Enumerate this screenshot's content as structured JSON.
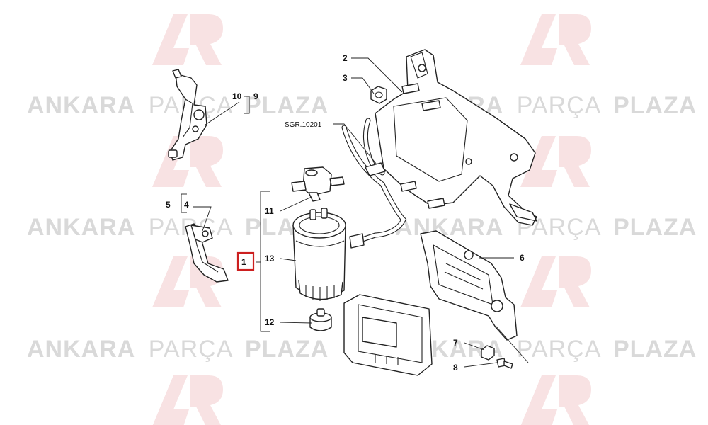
{
  "watermark": {
    "brand_bold_1": "ANKARA",
    "brand_light": "PARÇA",
    "brand_bold_2": "PLAZA",
    "logo_color": "#c82126",
    "text_color": "#d9d9d9"
  },
  "callouts": {
    "c1": "1",
    "c2": "2",
    "c3": "3",
    "c4": "4",
    "c5": "5",
    "c6": "6",
    "c7": "7",
    "c8": "8",
    "c9": "9",
    "c10": "10",
    "c11": "11",
    "c12": "12",
    "c13": "13",
    "ref": "SGR.10201"
  },
  "highlight": {
    "callout": "1",
    "color": "#cc1f1f"
  }
}
